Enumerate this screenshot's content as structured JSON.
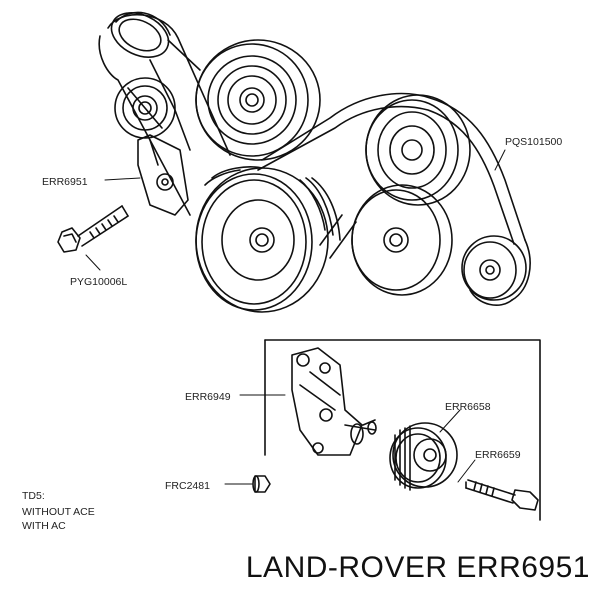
{
  "part_labels": {
    "err6951_top": "ERR6951",
    "pyg10006l": "PYG10006L",
    "pqs101500": "PQS101500",
    "err6949": "ERR6949",
    "err6658": "ERR6658",
    "err6659": "ERR6659",
    "frc2481": "FRC2481"
  },
  "notes": {
    "line1": "TD5:",
    "line2": "WITHOUT ACE",
    "line3": "WITH AC"
  },
  "caption": "LAND-ROVER ERR6951"
}
